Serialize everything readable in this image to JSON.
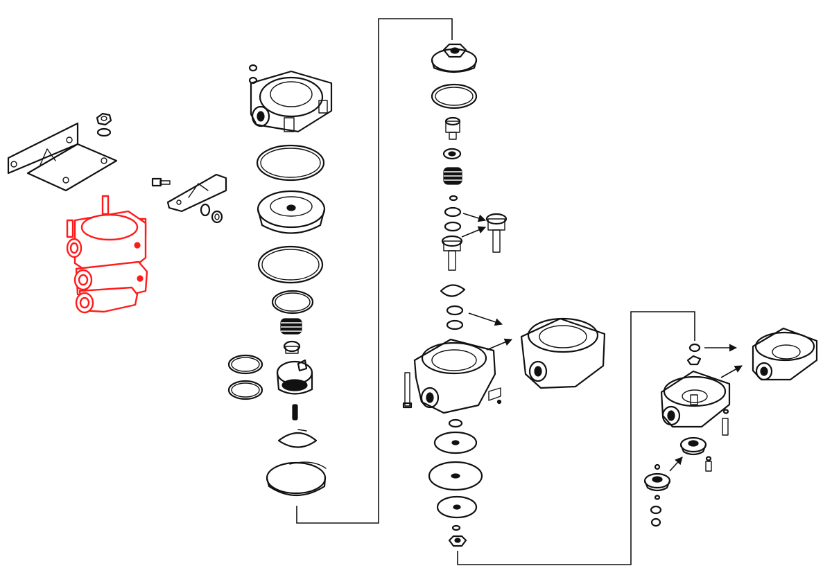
{
  "diagram": {
    "type": "exploded-parts-view",
    "highlight_color": "#ff1a1a",
    "line_color": "#111111",
    "background": "#ffffff",
    "assemblies": [
      {
        "id": "highlighted-valve-assembly",
        "highlighted": true
      },
      {
        "id": "mounting-bracket"
      },
      {
        "id": "upper-cover-stack"
      },
      {
        "id": "center-valve-stack"
      },
      {
        "id": "lower-housing-stack"
      }
    ]
  }
}
